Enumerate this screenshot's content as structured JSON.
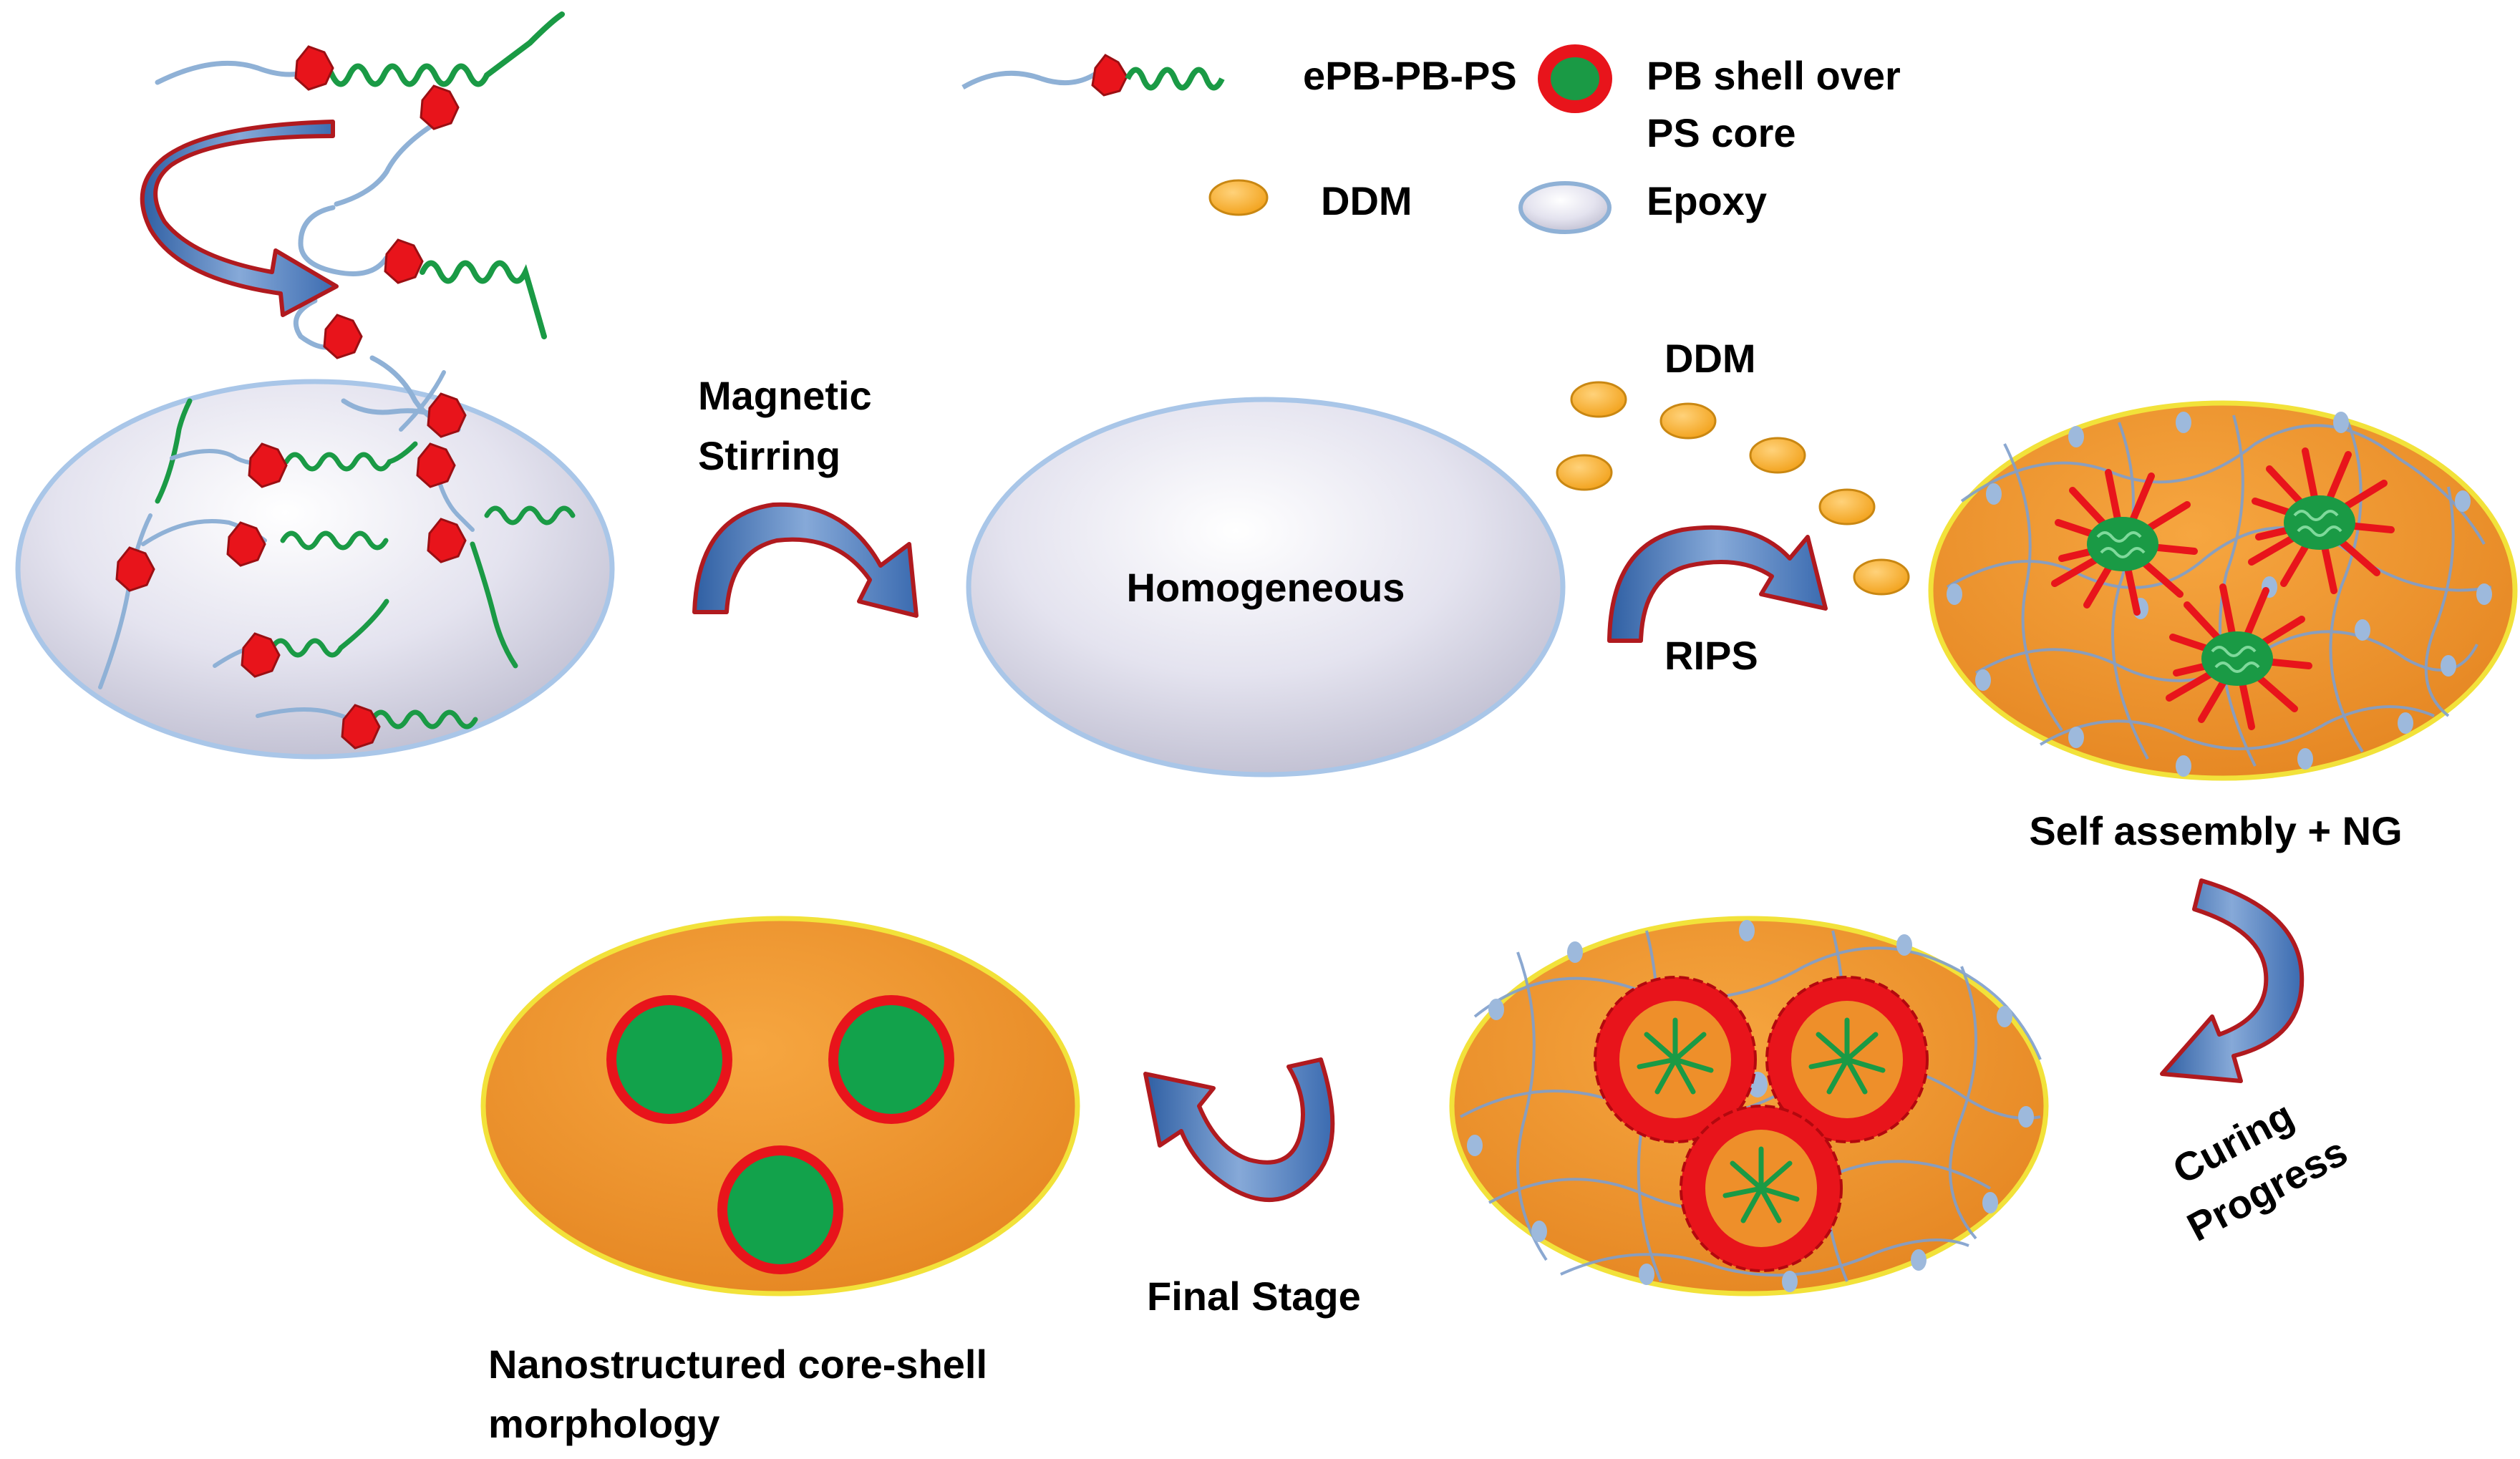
{
  "legend": {
    "copolymer": "ePB-PB-PS",
    "coreshell_line1": "PB shell over",
    "coreshell_line2": "PS core",
    "hardener": "DDM",
    "resin": "Epoxy"
  },
  "steps": {
    "mixing_line1": "Magnetic",
    "mixing_line2": "Stirring",
    "mixed_state": "Homogeneous",
    "hardener_added": "DDM",
    "separation": "RIPS",
    "assembly": "Self assembly + NG",
    "curing_line1": "Curing",
    "curing_line2": "Progress",
    "final": "Final Stage",
    "result_line1": "Nanostructured core-shell",
    "result_line2": "morphology"
  },
  "colors": {
    "pb_block": "#e8141b",
    "ps_block": "#1a9a45",
    "epb_block": "#8fb1d6",
    "ddm": "#f5a623",
    "cured_matrix": "#ee8f2a",
    "rim": "#f2e23a",
    "arrow": "#4f7fbd",
    "arrow_border": "#b01a1f",
    "core": "#12a24b"
  }
}
